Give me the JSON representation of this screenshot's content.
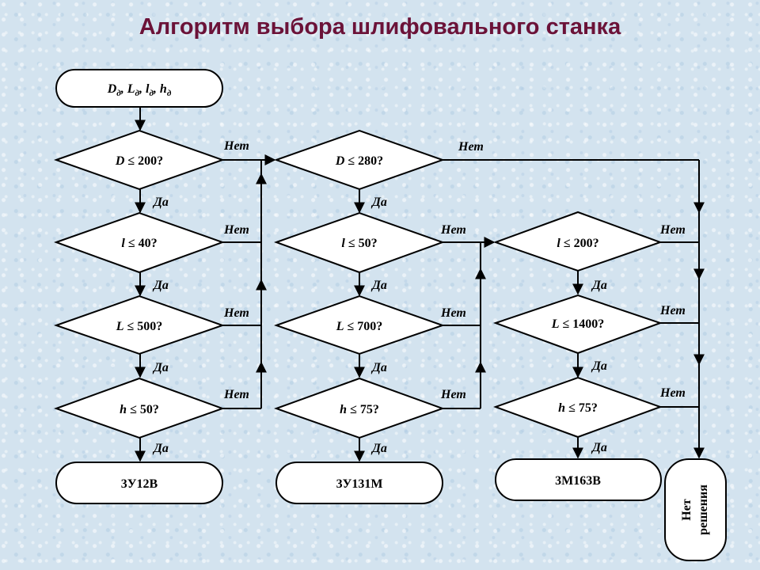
{
  "title": "Алгоритм выбора шлифовального станка",
  "input": {
    "D": "D",
    "D_sub": "д",
    "L": "L",
    "L_sub": "д",
    "l": "l",
    "l_sub": "д",
    "h": "h",
    "h_sub": "д",
    "sep": ", "
  },
  "columns": [
    {
      "conditions": [
        {
          "var": "D",
          "rest": " ≤ 200?"
        },
        {
          "var": "l",
          "rest": " ≤ 40?"
        },
        {
          "var": "L",
          "rest": " ≤ 500?"
        },
        {
          "var": "h",
          "rest": " ≤ 50?"
        }
      ],
      "result": "3У12В"
    },
    {
      "conditions": [
        {
          "var": "D",
          "rest": " ≤ 280?"
        },
        {
          "var": "l",
          "rest": " ≤ 50?"
        },
        {
          "var": "L",
          "rest": " ≤ 700?"
        },
        {
          "var": "h",
          "rest": " ≤ 75?"
        }
      ],
      "result": "3У131М"
    },
    {
      "conditions": [
        {
          "var": "l",
          "rest": " ≤ 200?"
        },
        {
          "var": "L",
          "rest": " ≤ 1400?"
        },
        {
          "var": "h",
          "rest": " ≤ 75?"
        }
      ],
      "result": "3М163В"
    }
  ],
  "no_solution": [
    "Нет",
    "решения"
  ],
  "labels": {
    "yes": "Да",
    "no": "Нет"
  }
}
